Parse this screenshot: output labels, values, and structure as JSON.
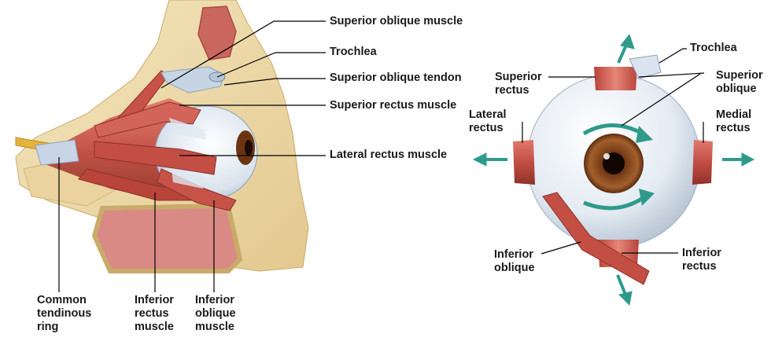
{
  "colors": {
    "bone": "#efdcae",
    "bone_shadow": "#d9bf84",
    "muscle": "#c9554b",
    "muscle_dark": "#9e3a33",
    "tendon": "#cfd9e6",
    "sclera": "#e7eef4",
    "iris": "#8a4a22",
    "arrow": "#2e9a8c",
    "nerve": "#e3b43b",
    "leader": "#000000"
  },
  "left_panel": {
    "labels": {
      "superior_oblique_muscle": "Superior oblique muscle",
      "trochlea": "Trochlea",
      "superior_oblique_tendon": "Superior oblique tendon",
      "superior_rectus_muscle": "Superior rectus muscle",
      "lateral_rectus_muscle": "Lateral rectus muscle",
      "common_tendinous_ring": [
        "Common",
        "tendinous",
        "ring"
      ],
      "inferior_rectus_muscle": [
        "Inferior",
        "rectus",
        "muscle"
      ],
      "inferior_oblique_muscle": [
        "Inferior",
        "oblique",
        "muscle"
      ]
    }
  },
  "right_panel": {
    "labels": {
      "trochlea": "Trochlea",
      "superior_rectus": [
        "Superior",
        "rectus"
      ],
      "superior_oblique": [
        "Superior",
        "oblique"
      ],
      "lateral_rectus": [
        "Lateral",
        "rectus"
      ],
      "medial_rectus": [
        "Medial",
        "rectus"
      ],
      "inferior_oblique": [
        "Inferior",
        "oblique"
      ],
      "inferior_rectus": [
        "Inferior",
        "rectus"
      ]
    }
  }
}
